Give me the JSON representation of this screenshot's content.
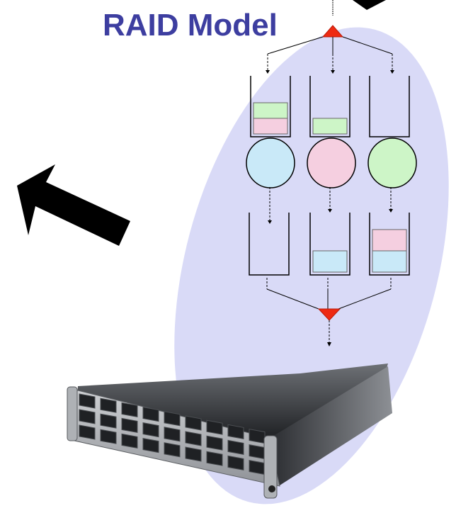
{
  "diagram": {
    "title": "RAID Model",
    "colors": {
      "ellipse_bg": "#d9daf7",
      "title": "#3d3ea0",
      "triangle": "#ee2a12",
      "blue": "#c9e9f8",
      "pink": "#f5cfe0",
      "green": "#cdf5c7",
      "arrow": "#000000"
    },
    "top_queues": [
      {
        "blocks": [
          "green",
          "pink"
        ]
      },
      {
        "blocks": [
          "green"
        ]
      },
      {
        "blocks": []
      }
    ],
    "servers": [
      "blue",
      "pink",
      "green"
    ],
    "bottom_queues": [
      {
        "blocks": []
      },
      {
        "blocks": [
          "blue"
        ]
      },
      {
        "blocks": [
          "pink",
          "blue"
        ]
      }
    ],
    "icons": [
      "big-arrow-icon",
      "merge-triangle-icon",
      "split-triangle-icon",
      "server-rack-icon"
    ]
  }
}
